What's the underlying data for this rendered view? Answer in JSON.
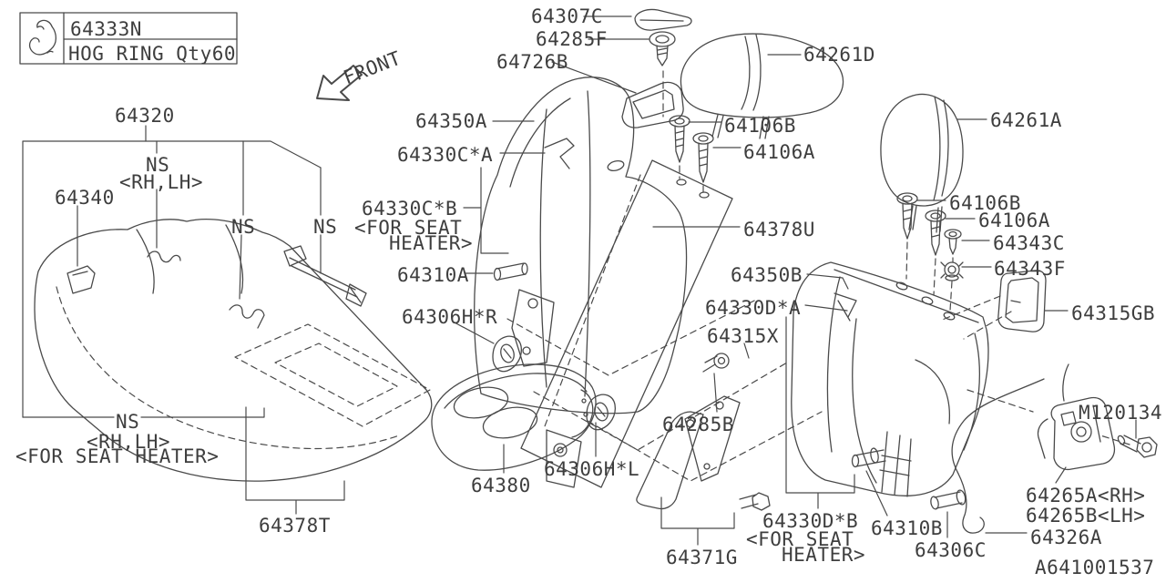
{
  "legend": {
    "part_number": "64333N",
    "description": "HOG RING Qty60"
  },
  "front_label": "FRONT",
  "drawing_number": "A641001537",
  "notes": {
    "ns": "NS",
    "rh_lh": "<RH,LH>",
    "for_seat_heater": "<FOR SEAT HEATER>",
    "for_seat": "<FOR SEAT",
    "heater": "HEATER>"
  },
  "parts": {
    "p64320": "64320",
    "p64340": "64340",
    "p64307C": "64307C",
    "p64285F": "64285F",
    "p64726B": "64726B",
    "p64261D": "64261D",
    "p64261A": "64261A",
    "p64350A": "64350A",
    "p64330CA": "64330C*A",
    "p64330CB": "64330C*B",
    "p64106B": "64106B",
    "p64106A": "64106A",
    "p64378U": "64378U",
    "p64310A": "64310A",
    "p64350B": "64350B",
    "p64330DA": "64330D*A",
    "p64315X": "64315X",
    "p64343C": "64343C",
    "p64343F": "64343F",
    "p64315GB": "64315GB",
    "p64306HR": "64306H*R",
    "p64285B": "64285B",
    "p64306HL": "64306H*L",
    "p64380": "64380",
    "p64371G": "64371G",
    "p64330DB": "64330D*B",
    "p64310B": "64310B",
    "p64306C": "64306C",
    "p64326A": "64326A",
    "p64265A": "64265A<RH>",
    "p64265B": "64265B<LH>",
    "pM120134": "M120134",
    "p64378T": "64378T"
  }
}
